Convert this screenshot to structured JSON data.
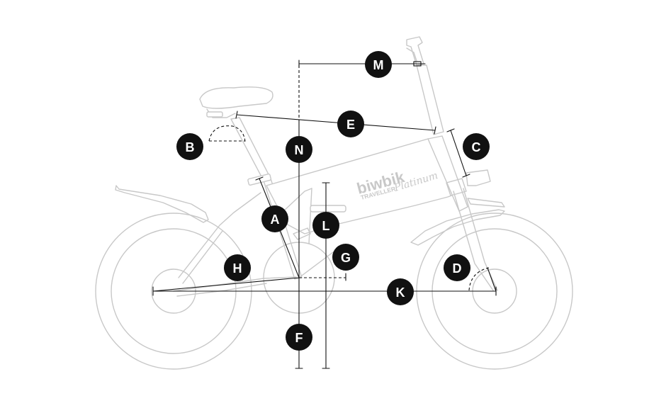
{
  "brand": {
    "name": "biwbik",
    "model": "TRAVELLER",
    "edition": "Platinum"
  },
  "labels": {
    "A": "A",
    "B": "B",
    "C": "C",
    "D": "D",
    "E": "E",
    "F": "F",
    "G": "G",
    "H": "H",
    "K": "K",
    "L": "L",
    "M": "M",
    "N": "N"
  },
  "colors": {
    "bike_outline": "#c8c8c8",
    "dimension_line": "#111111",
    "badge_fill": "#111111",
    "badge_text": "#ffffff",
    "background": "#ffffff"
  }
}
